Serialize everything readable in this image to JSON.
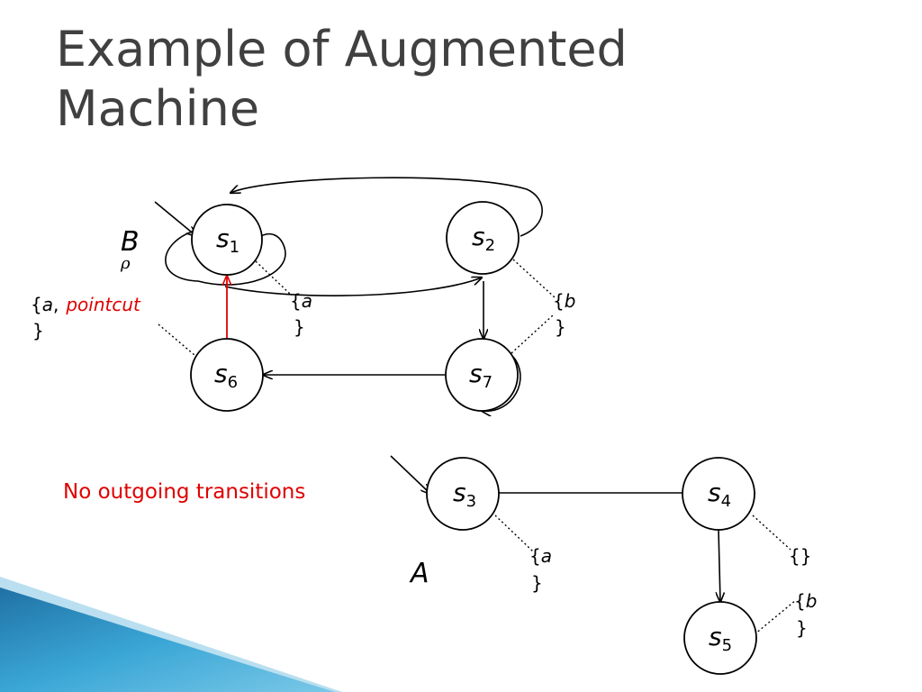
{
  "slide": {
    "title_line1": "Example of Augmented",
    "title_line2": "Machine"
  },
  "colors": {
    "title": "#404040",
    "highlight": "#e00000",
    "decor_blue": "#2a8fc4"
  },
  "machine_b": {
    "name": "B",
    "subscript": "ρ",
    "states": {
      "s1": {
        "letter": "s",
        "index": "1"
      },
      "s2": {
        "letter": "s",
        "index": "2"
      },
      "s6": {
        "letter": "s",
        "index": "6"
      },
      "s7": {
        "letter": "s",
        "index": "7"
      }
    },
    "labels": {
      "s1": {
        "open": "{",
        "prop": "a",
        "close": "}"
      },
      "s2": {
        "open": "{",
        "prop": "b",
        "close": "}"
      },
      "s6": {
        "open": "{",
        "prop": "a",
        "sep": ",",
        "pointcut": "pointcut",
        "close": "}"
      }
    }
  },
  "machine_a": {
    "name": "A",
    "states": {
      "s3": {
        "letter": "s",
        "index": "3"
      },
      "s4": {
        "letter": "s",
        "index": "4"
      },
      "s5": {
        "letter": "s",
        "index": "5"
      }
    },
    "labels": {
      "s3": {
        "open": "{",
        "prop": "a",
        "close": "}"
      },
      "s4": {
        "text": "{}"
      },
      "s5": {
        "open": "{",
        "prop": "b",
        "close": "}"
      }
    }
  },
  "note": "No outgoing transitions"
}
